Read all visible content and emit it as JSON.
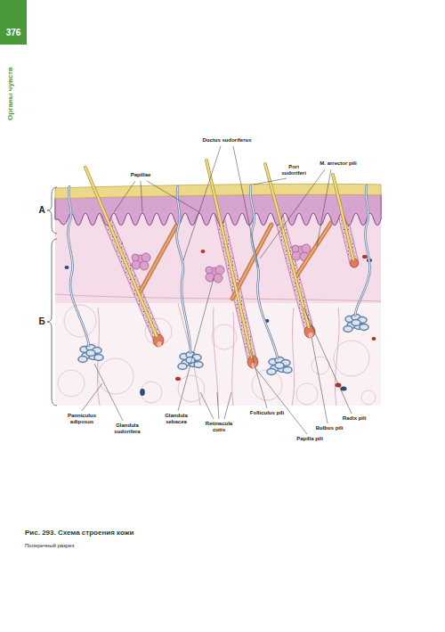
{
  "diagram": {
    "caption": "Рис. 293. Схема строения кожи",
    "labels": [
      "376",
      "Органы чувств",
      "Ductus sudoriferus",
      "Papillae",
      "Pori sudoriferi",
      "M. arrector pili",
      "А",
      "Б",
      "Panniculus adiposus",
      "Glandula sudorifera",
      "Glandula sebacea",
      "Retinacula cutis",
      "Folliculus pili",
      "Radix pili",
      "Bulbus pili",
      "Papilla pili",
      "Поперечный разрез"
    ]
  }
}
